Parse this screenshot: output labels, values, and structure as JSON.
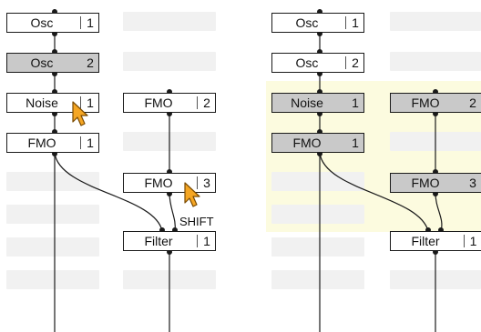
{
  "left_panel": {
    "nodes": [
      {
        "name": "Osc",
        "num": "1"
      },
      {
        "name": "Osc",
        "num": "2"
      },
      {
        "name": "Noise",
        "num": "1"
      },
      {
        "name": "FMO",
        "num": "1"
      },
      {
        "name": "FMO",
        "num": "2"
      },
      {
        "name": "FMO",
        "num": "3"
      },
      {
        "name": "Filter",
        "num": "1"
      }
    ],
    "modifier_label": "SHIFT"
  },
  "right_panel": {
    "nodes": [
      {
        "name": "Osc",
        "num": "1"
      },
      {
        "name": "Osc",
        "num": "2"
      },
      {
        "name": "Noise",
        "num": "1"
      },
      {
        "name": "FMO",
        "num": "1"
      },
      {
        "name": "FMO",
        "num": "2"
      },
      {
        "name": "FMO",
        "num": "3"
      },
      {
        "name": "Filter",
        "num": "1"
      }
    ]
  },
  "colors": {
    "selected_fill": "#c9c9c9",
    "selection_area": "#fcfbdf",
    "cursor": "#f5a623",
    "empty_slot": "#f1f1f1"
  }
}
